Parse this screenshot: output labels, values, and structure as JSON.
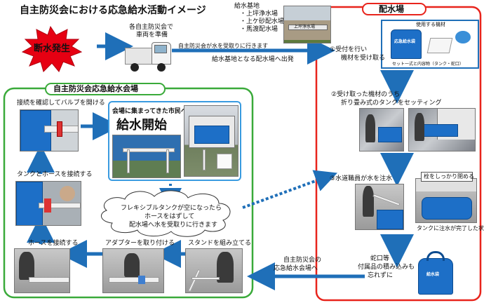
{
  "title": "自主防災会における応急給水活動イメージ",
  "outage_label": "断水発生",
  "prep_label": [
    "各自主防災会で",
    "車両を準備"
  ],
  "bases": {
    "heading": "給水基地",
    "items": [
      "・上坪浄水場",
      "・上ケ砂配水場",
      "・馬渡配水場"
    ]
  },
  "building_sign": "上坪浄水場",
  "arrow_top_text": "自主防災会が水を受取りに行きます",
  "arrow_sub_text": "給水基地となる配水場へ出発",
  "distribution": {
    "title": "配水場",
    "equipment_label": "使用する機材",
    "bag_text": "応急給水袋",
    "set_caption": "セット一式と内容物（タンク・蛇口）",
    "step1": [
      "①受付を行い",
      "機材を受け取る"
    ],
    "step2": [
      "②受け取った機材のうち",
      "折り畳み式のタンクをセッティング"
    ],
    "step3": "③水道職員が水を注水",
    "plug_note": "栓をしっかり閉める",
    "filled_caption": "タンクに注水が完了した状態",
    "reminder": [
      "蛇口等",
      "付属品の積み込みも",
      "忘れずに"
    ]
  },
  "venue": {
    "title": "自主防災会応急給水会場",
    "arrival_text": "会場に集まってきた市民へ",
    "start_label": "給水開始",
    "check_valve": "接続を確認してバルブを開ける",
    "connect_tank": "タンクとホースを接続する",
    "connect_hose": "ホースを接続する",
    "attach_adapter": "アダプターを取り付ける",
    "assemble_stand": "スタンドを組み立てる",
    "cloud": [
      "フレキシブルタンクが空になったら",
      "ホースをはずして",
      "配水場へ水を受取りに行きます"
    ]
  },
  "to_venue_label": [
    "自主防災会の",
    "応急給水会場へ"
  ],
  "colors": {
    "accent_blue": "#1f6fb8",
    "outage_red": "#e60012",
    "distribution_border": "#e8241c",
    "venue_border": "#3aaa3a"
  }
}
